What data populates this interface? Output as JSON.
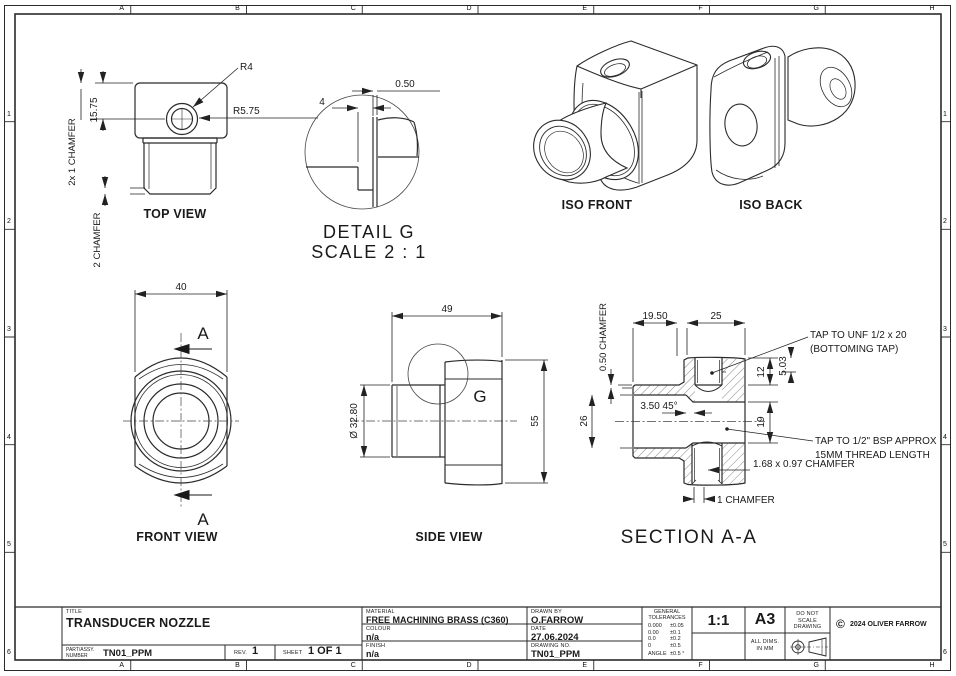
{
  "frame": {
    "columns": [
      "A",
      "B",
      "C",
      "D",
      "E",
      "F",
      "G",
      "H"
    ],
    "rows": [
      "1",
      "2",
      "3",
      "4",
      "5",
      "6"
    ]
  },
  "views": {
    "top": {
      "label": "TOP VIEW",
      "dim_height": "15.75",
      "chamfer_side": "2x 1 CHAMFER",
      "chamfer_bottom": "2 CHAMFER",
      "radius_top": "R4",
      "radius_hole": "R5.75"
    },
    "detail_g": {
      "label": "DETAIL G",
      "scale": "SCALE 2 : 1",
      "dim_width": "4",
      "dim_step": "0.50"
    },
    "iso_front": {
      "label": "ISO FRONT"
    },
    "iso_back": {
      "label": "ISO BACK"
    },
    "front": {
      "label": "FRONT VIEW",
      "dim_width": "40",
      "section_marker": "A"
    },
    "side": {
      "label": "SIDE VIEW",
      "dim_length": "49",
      "dim_diameter": "Ø 32.80",
      "dim_height": "55",
      "detail_marker": "G"
    },
    "section": {
      "label": "SECTION A-A",
      "dim_left_length": "19.50",
      "dim_right_length": "25",
      "chamfer_note": "0.50 CHAMFER",
      "dim_bore_left": "26",
      "dim_chamfer45": "3.50 45°",
      "dim_hole_depth": "12",
      "dim_counterbore": "5.03",
      "dim_bore": "19",
      "note_unf_line1": "TAP TO UNF 1/2 x 20",
      "note_unf_line2": "(BOTTOMING TAP)",
      "note_bsp_line1": "TAP TO 1/2\" BSP APPROX",
      "note_bsp_line2": "15MM THREAD LENGTH",
      "note_chamfer_168": "1.68 x 0.97 CHAMFER",
      "note_chamfer_1": "1 CHAMFER"
    }
  },
  "title_block": {
    "title_label": "TITLE",
    "title": "TRANSDUCER NOZZLE",
    "part_label_1": "PART/ASSY.",
    "part_label_2": "NUMBER",
    "part_number": "TN01_PPM",
    "rev_label": "REV.",
    "rev": "1",
    "sheet_label": "SHEET",
    "sheet": "1 OF 1",
    "material_label": "MATERIAL",
    "material": "FREE MACHINING BRASS (C360)",
    "colour_label": "COLOUR",
    "colour": "n/a",
    "finish_label": "FINISH",
    "finish": "n/a",
    "drawn_by_label": "DRAWN BY",
    "drawn_by": "O.FARROW",
    "date_label": "DATE",
    "date": "27.06.2024",
    "drawing_no_label": "DRAWING NO.",
    "drawing_no": "TN01_PPM",
    "tolerances": {
      "header_1": "GENERAL",
      "header_2": "TOLERANCES",
      "rows": [
        [
          "0.000",
          "±0.05"
        ],
        [
          "0.00",
          "±0.1"
        ],
        [
          "0.0",
          "±0.2"
        ],
        [
          "0",
          "±0.5"
        ],
        [
          "ANGLE",
          "±0.5 °"
        ]
      ]
    },
    "scale": "1:1",
    "paper_size": "A3",
    "dims_note_1": "ALL DIMS.",
    "dims_note_2": "IN MM",
    "no_scale_1": "DO NOT",
    "no_scale_2": "SCALE",
    "no_scale_3": "DRAWING",
    "copyright_symbol": "©",
    "copyright": "2024 OLIVER FARROW"
  },
  "colors": {
    "line": "#2b2b2b",
    "text": "#1a1a1a",
    "background": "#ffffff"
  }
}
